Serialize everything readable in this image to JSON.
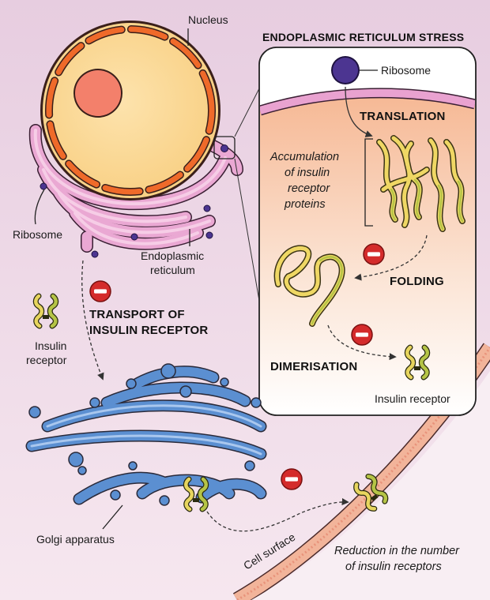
{
  "labels": {
    "nucleus": "Nucleus",
    "er_stress_title": "ENDOPLASMIC RETICULUM STRESS",
    "ribosome_top": "Ribosome",
    "translation": "TRANSLATION",
    "accumulation": [
      "Accumulation",
      "of insulin",
      "receptor",
      "proteins"
    ],
    "ribosome_left": "Ribosome",
    "er_label": [
      "Endoplasmic",
      "reticulum"
    ],
    "folding": "FOLDING",
    "transport": [
      "TRANSPORT OF",
      "INSULIN RECEPTOR"
    ],
    "insulin_receptor_left": [
      "Insulin",
      "receptor"
    ],
    "dimerisation": "DIMERISATION",
    "insulin_receptor_panel": "Insulin receptor",
    "golgi": "Golgi apparatus",
    "cell_surface": "Cell surface",
    "reduction": [
      "Reduction in the number",
      "of insulin receptors"
    ]
  },
  "colors": {
    "background_top": "#e9cfe0",
    "background_bottom": "#f6e8f0",
    "cytoplasm": "#f8e6ec",
    "nucleus_fill": "#fbdca0",
    "nucleus_envelope": "#ef6a2a",
    "nucleolus": "#f3806b",
    "er": "#e9a2d0",
    "er_lumen": "#f8c6a5",
    "ribosome": "#4c3591",
    "golgi": "#5b8fd1",
    "protein_yellow": "#f0dc6a",
    "protein_green": "#b3c247",
    "inhibit_red": "#d42b2b",
    "cell_membrane": "#e39a7a"
  }
}
